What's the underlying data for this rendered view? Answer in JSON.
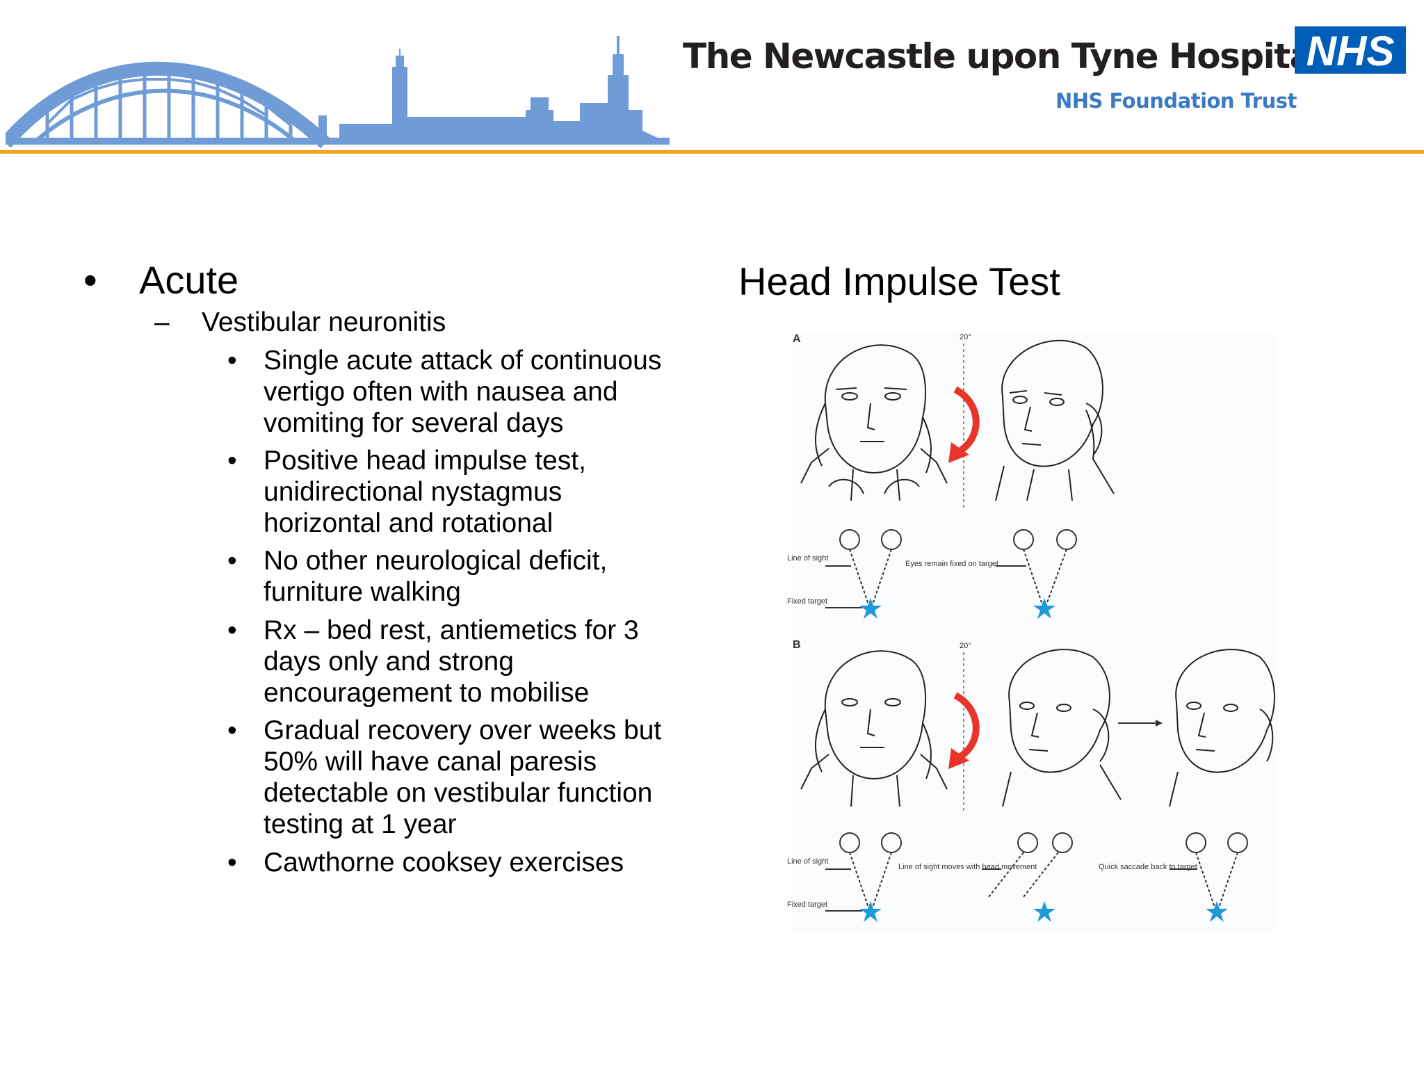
{
  "header": {
    "org_name": "The Newcastle upon Tyne Hospitals",
    "org_subtitle": "NHS Foundation Trust",
    "nhs_logo_text": "NHS",
    "colors": {
      "brand_blue": "#005eb8",
      "skyline_blue": "#6f9bd6",
      "accent_orange": "#f3a21c"
    }
  },
  "content": {
    "level1": {
      "marker": "•",
      "text": "Acute"
    },
    "level2": {
      "marker": "–",
      "text": "Vestibular neuronitis"
    },
    "bullets": [
      {
        "marker": "•",
        "lines": [
          "Single acute attack of continuous",
          "vertigo often with nausea and",
          "vomiting for several days"
        ]
      },
      {
        "marker": "•",
        "lines": [
          "Positive head impulse test,",
          "unidirectional nystagmus",
          "horizontal and rotational"
        ]
      },
      {
        "marker": "•",
        "lines": [
          "No other neurological deficit,",
          "furniture walking"
        ]
      },
      {
        "marker": "•",
        "lines": [
          "Rx – bed rest, antiemetics for 3",
          "days only and strong",
          "encouragement to mobilise"
        ]
      },
      {
        "marker": "•",
        "lines": [
          "Gradual recovery over weeks but",
          "50% will have canal paresis",
          "detectable on vestibular function",
          "testing at 1 year"
        ]
      },
      {
        "marker": "•",
        "lines": [
          "Cawthorne cooksey exercises"
        ]
      }
    ]
  },
  "figure": {
    "title": "Head Impulse Test",
    "panel_a": {
      "label": "A",
      "angle": "20°",
      "line_of_sight": "Line of sight",
      "fixed_target": "Fixed target",
      "eyes_remain": "Eyes remain fixed on target"
    },
    "panel_b": {
      "label": "B",
      "angle": "20°",
      "line_of_sight": "Line of sight",
      "fixed_target": "Fixed target",
      "moves_with_head": "Line of sight moves with head movement",
      "quick_saccade": "Quick saccade back to target"
    }
  }
}
